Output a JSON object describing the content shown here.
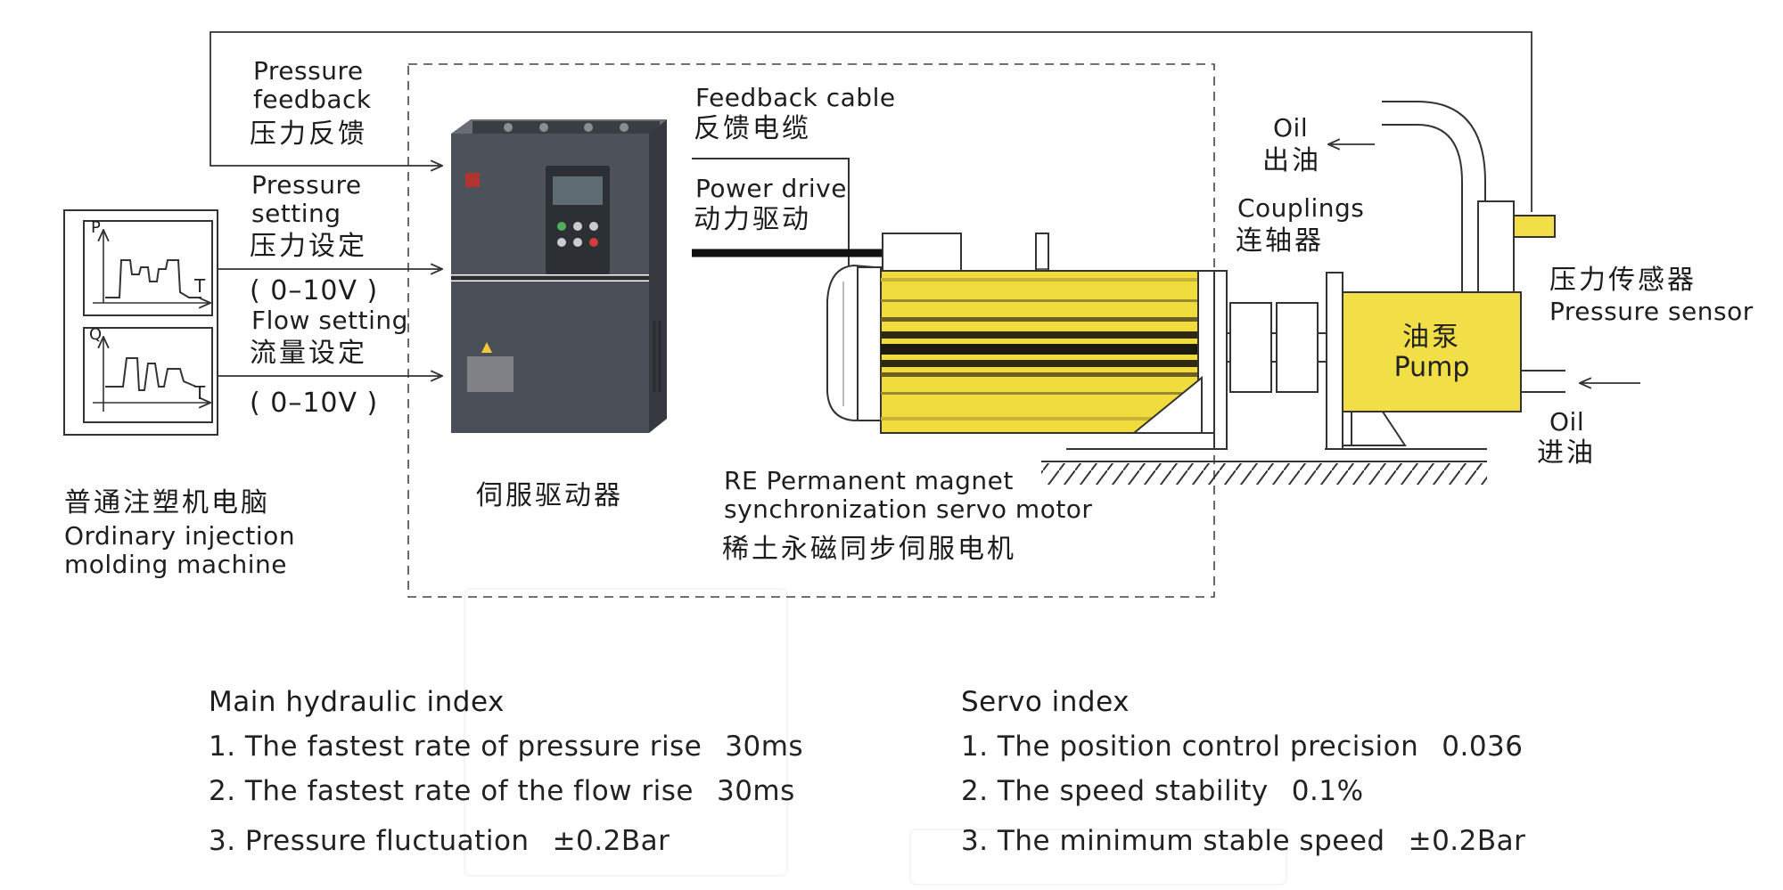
{
  "computer": {
    "name_zh": "普通注塑机电脑",
    "name_en_line1": "Ordinary injection",
    "name_en_line2": "molding machine",
    "graph1_y": "P",
    "graph1_x": "T",
    "graph2_y": "Q",
    "graph2_x": "T"
  },
  "signals": {
    "pressure_feedback_en_1": "Pressure",
    "pressure_feedback_en_2": "feedback",
    "pressure_feedback_zh": "压力反馈",
    "pressure_setting_en_1": "Pressure",
    "pressure_setting_en_2": "setting",
    "pressure_setting_zh": "压力设定",
    "pressure_range": "( 0–10V )",
    "flow_setting_en": "Flow setting",
    "flow_setting_zh": "流量设定",
    "flow_range": "( 0–10V )"
  },
  "driver": {
    "name_zh": "伺服驱动器"
  },
  "cables": {
    "feedback_en": "Feedback cable",
    "feedback_zh": "反馈电缆",
    "power_en": "Power drive",
    "power_zh": "动力驱动"
  },
  "motor": {
    "name_en_line1": "RE Permanent magnet",
    "name_en_line2": "synchronization servo motor",
    "name_zh": "稀土永磁同步伺服电机"
  },
  "couplings": {
    "en": "Couplings",
    "zh": "连轴器"
  },
  "pump": {
    "zh": "油泵",
    "en": "Pump"
  },
  "oil_out": {
    "en": "Oil",
    "zh": "出油"
  },
  "oil_in": {
    "en": "Oil",
    "zh": "进油"
  },
  "sensor": {
    "zh": "压力传感器",
    "en": "Pressure sensor"
  },
  "hydraulic_index": {
    "title": "Main hydraulic index",
    "items": [
      {
        "label": "1. The fastest rate of pressure rise",
        "value": "30ms"
      },
      {
        "label": "2. The fastest rate of the flow rise",
        "value": "30ms"
      },
      {
        "label": "3. Pressure fluctuation",
        "value": "±0.2Bar"
      }
    ]
  },
  "servo_index": {
    "title": "Servo index",
    "items": [
      {
        "label": "1. The position control precision",
        "value": "0.036"
      },
      {
        "label": "2. The speed stability",
        "value": "0.1%"
      },
      {
        "label": "3. The minimum stable speed",
        "value": "±0.2Bar"
      }
    ]
  },
  "colors": {
    "motor_yellow": "#f0dc3c",
    "pump_yellow": "#f2df48",
    "driver_body": "#4c5058",
    "line": "#333333"
  }
}
